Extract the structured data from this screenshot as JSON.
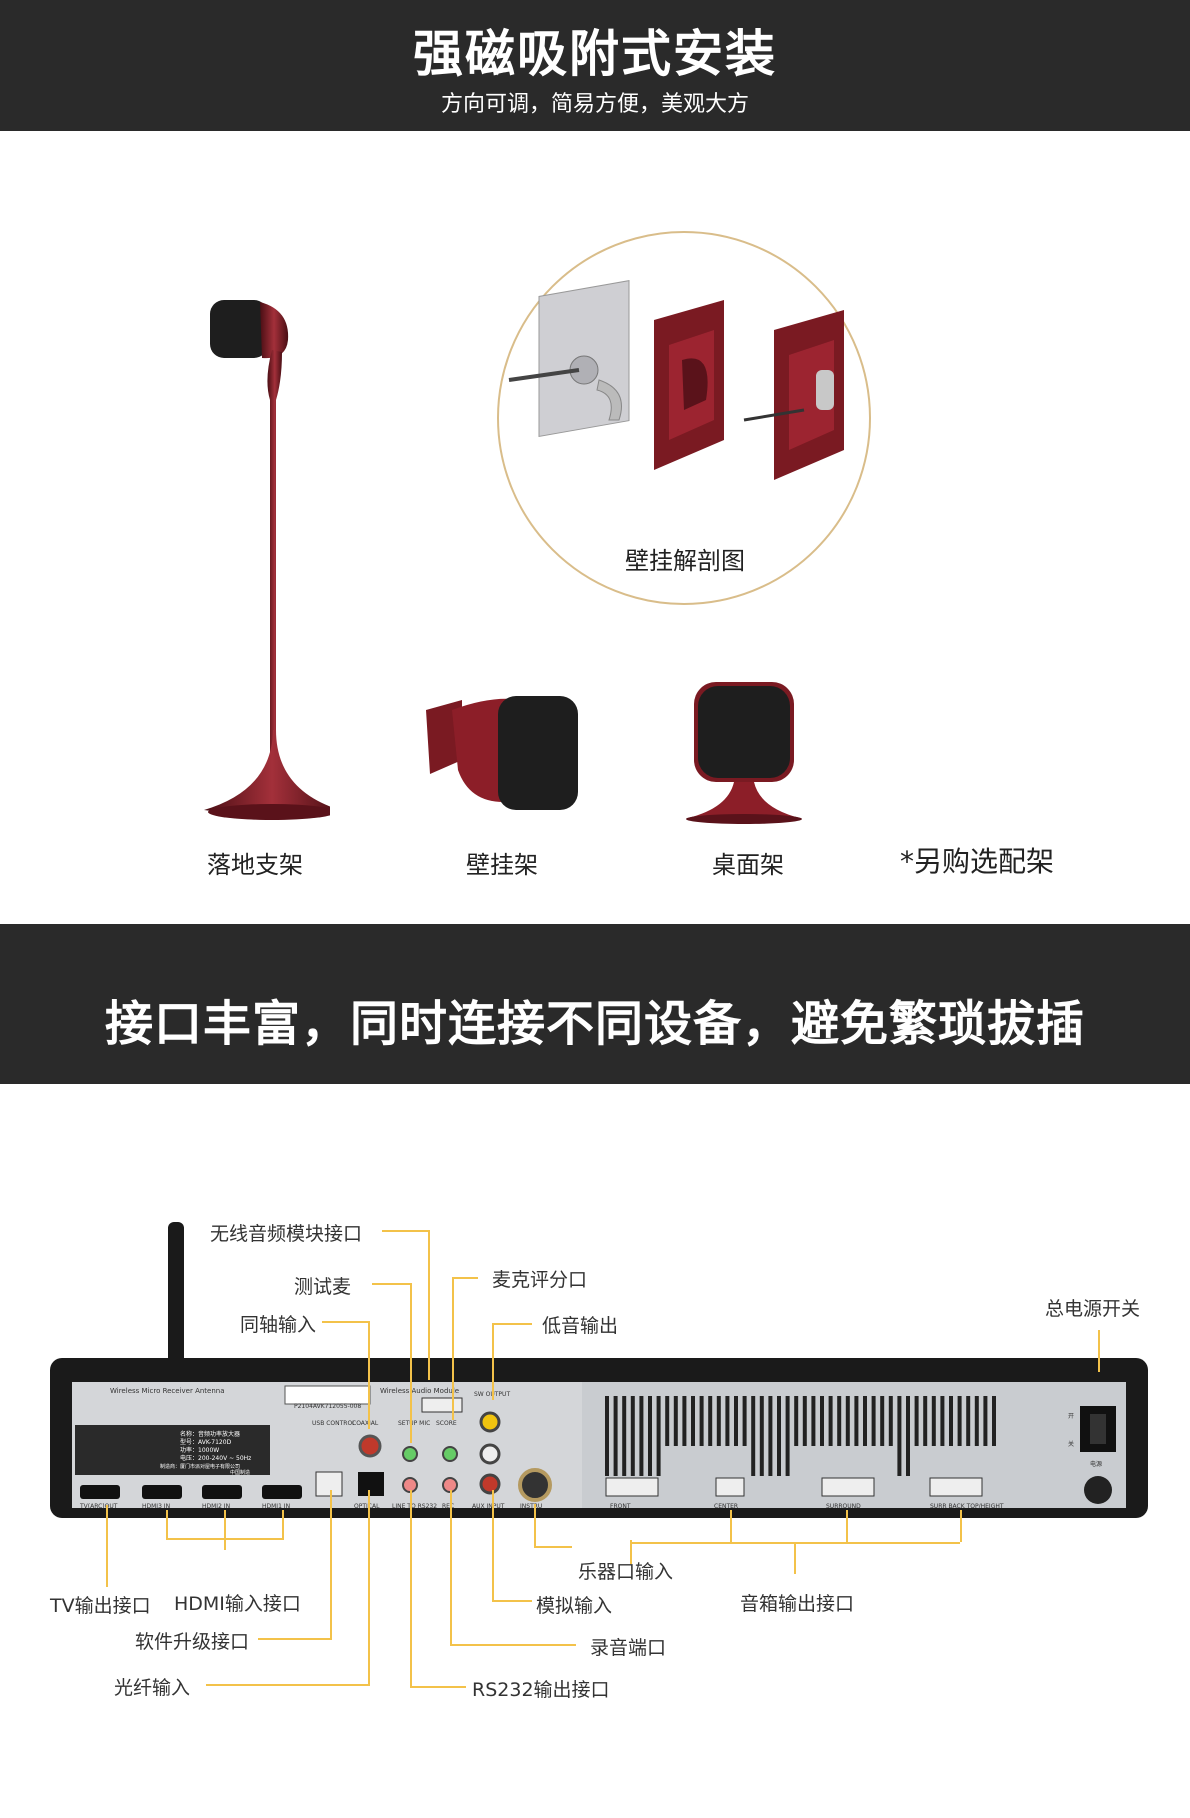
{
  "section1": {
    "title": "强磁吸附式安装",
    "subtitle": "方向可调，简易方便，美观大方"
  },
  "circle_caption": "壁挂解剖图",
  "stands": {
    "floor": "落地支架",
    "wall": "壁挂架",
    "desk": "桌面架",
    "optional": "*另购选配架"
  },
  "section2": {
    "title": "接口丰富，同时连接不同设备，避免繁琐拔插"
  },
  "callouts": {
    "wireless": "无线音频模块接口",
    "mic_test": "测试麦",
    "coax": "同轴输入",
    "mic_score": "麦克评分口",
    "sub_out": "低音输出",
    "power": "总电源开关",
    "instrument": "乐器口输入",
    "tv_out": "TV输出接口",
    "hdmi_in": "HDMI输入接口",
    "speaker_out": "音箱输出接口",
    "analog_in": "模拟输入",
    "usb": "软件升级接口",
    "rec": "录音端口",
    "optical": "光纤输入",
    "rs232": "RS232输出接口"
  },
  "panel": {
    "antenna": "Wireless Micro  Receiver Antenna",
    "serial": "P2104AVK712055-008",
    "module": "Wireless Audio Module",
    "usb": "USB CONTROL",
    "coaxial": "COAXIAL",
    "setup": "SETUP MIC",
    "score": "SCORE",
    "sw": "SW OUTPUT",
    "optical": "OPTICAL",
    "line": "LINE TO RS232",
    "rec": "REC",
    "aux": "AUX INPUT",
    "instru": "INSTRU",
    "tv": "TV(ARC)OUT",
    "hdmi3": "HDMI3 IN",
    "hdmi2": "HDMI2 IN",
    "hdmi1": "HDMI1 IN",
    "front": "FRONT",
    "center": "CENTER",
    "surround": "SURROUND",
    "surr_back": "SURR BACK TOP/HEIGHT",
    "label1": "名称：音频功率放大器",
    "label2": "型号：AVK-7120D",
    "label3": "功率：1000W",
    "label4": "电压：200-240V ~ 50Hz",
    "label5": "制造商：厦门市派对屋电子有限公司",
    "label6": "中国制造",
    "on": "开",
    "off": "关",
    "power": "电源"
  },
  "colors": {
    "band": "#2a2a2a",
    "accent": "#f3c24a",
    "speaker_red": "#7a1a22"
  }
}
